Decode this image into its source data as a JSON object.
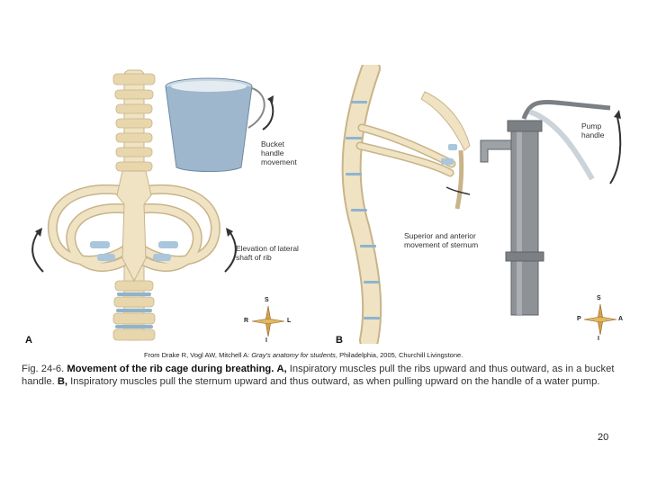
{
  "figure": {
    "labels": {
      "bucket": "Bucket\nhandle\nmovement",
      "elevation": "Elevation of lateral\nshaft of rib",
      "sternum": "Superior and anterior\nmovement of sternum",
      "pump": "Pump\nhandle"
    },
    "panels": {
      "a": "A",
      "b": "B"
    },
    "compass_a": {
      "top": "S",
      "left": "R",
      "right": "L",
      "bottom": "I"
    },
    "compass_b": {
      "top": "S",
      "left": "P",
      "right": "A",
      "bottom": "I"
    },
    "source": {
      "prefix": "From Drake R, Vogl AW, Mitchell A: ",
      "title": "Gray's anatomy for students",
      "suffix": ", Philadelphia, 2005, Churchill Livingstone."
    },
    "caption": {
      "fig_number": "Fig. 24-6.",
      "heading": "Movement of the rib cage during breathing.",
      "a_letter": "A,",
      "a_text": "Inspiratory muscles pull the ribs upward and thus outward, as in a bucket handle.",
      "b_letter": "B,",
      "b_text": "Inspiratory muscles pull the sternum upward and thus outward, as when pulling upward on the handle of a water pump."
    }
  },
  "page_number": "20",
  "colors": {
    "bone": "#efe3c3",
    "bone_edge": "#c9b489",
    "cartilage": "#a9c6dc",
    "disc": "#8fb3cf",
    "bucket": "#9fb7cc",
    "metal": "#8e9296",
    "arrow": "#333333"
  }
}
